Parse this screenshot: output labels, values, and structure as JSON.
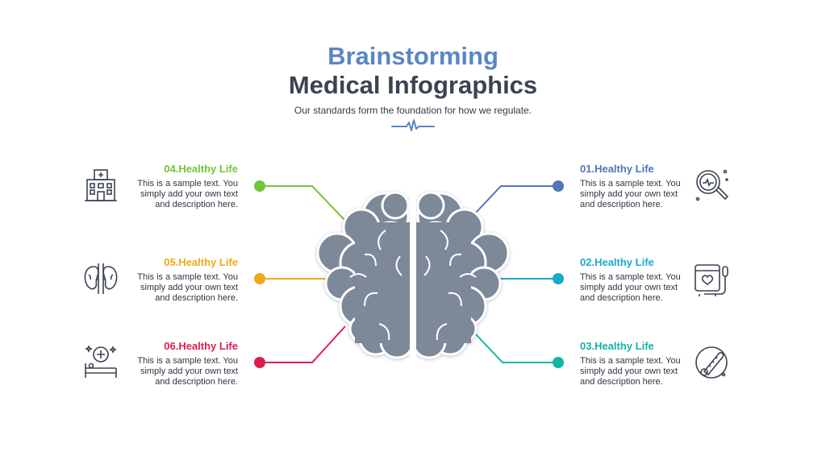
{
  "header": {
    "title_line1": "Brainstorming",
    "title_line2": "Medical Infographics",
    "subtitle": "Our standards form the foundation for how we regulate."
  },
  "colors": {
    "title_accent": "#5b86c5",
    "title_dark": "#3b4352",
    "brain": "#7d8899",
    "icon_stroke": "#3b4352"
  },
  "items": [
    {
      "num": "01.",
      "label": "Healthy Life",
      "line1": "This is a sample text. You",
      "line2": "simply add your own text",
      "line3": "and description here.",
      "color": "#4f76b8",
      "icon": "heart-rate-magnifier-icon",
      "side": "right"
    },
    {
      "num": "02.",
      "label": "Healthy Life",
      "line1": "This is a sample text. You",
      "line2": "simply add your own text",
      "line3": "and description here.",
      "color": "#1ba9cc",
      "icon": "iv-drip-monitor-icon",
      "side": "right"
    },
    {
      "num": "03.",
      "label": "Healthy Life",
      "line1": "This is a sample text. You",
      "line2": "simply add your own text",
      "line3": "and description here.",
      "color": "#12b5a4",
      "icon": "thermometer-icon",
      "side": "right"
    },
    {
      "num": "04.",
      "label": "Healthy Life",
      "line1": "This is a sample text. You",
      "line2": "simply add your own text",
      "line3": "and description here.",
      "color": "#73c43a",
      "icon": "hospital-building-icon",
      "side": "left"
    },
    {
      "num": "05.",
      "label": "Healthy Life",
      "line1": "This is a sample text. You",
      "line2": "simply add your own text",
      "line3": "and description here.",
      "color": "#f0a818",
      "icon": "kidneys-icon",
      "side": "left"
    },
    {
      "num": "06.",
      "label": "Healthy Life",
      "line1": "This is a sample text. You",
      "line2": "simply add your own text",
      "line3": "and description here.",
      "color": "#dc1e4f",
      "icon": "hospital-bed-icon",
      "side": "left"
    }
  ]
}
